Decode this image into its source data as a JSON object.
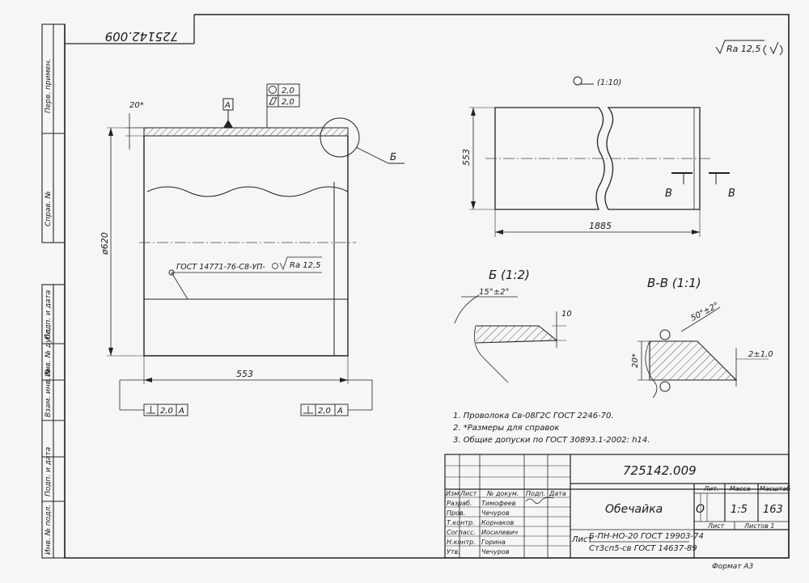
{
  "doc_number": "725142.009",
  "doc_number_mirrored": "725142.009",
  "surface_roughness": "Ra 12,5",
  "side_labels": [
    "Перв. примен.",
    "Справ. №",
    "Подп. и дата",
    "Инв. № дубл.",
    "Взам. инв. №",
    "Подп. и дата",
    "Инв. № подл."
  ],
  "front_view": {
    "dim_20": "20*",
    "datum_a": "А",
    "tol_round": "2,0",
    "tol_cyl": "2,0",
    "dia_620": "ø620",
    "weld_note": "ГОСТ 14771-76-С8-УП-",
    "weld_ra": "Ra 12,5",
    "len_553": "553",
    "callout_b": "Б",
    "perp_left": "2,0",
    "perp_left_datum": "А",
    "perp_right": "2,0",
    "perp_right_datum": "А"
  },
  "blank_view": {
    "scale_label": "(1:10)",
    "height_553": "553",
    "length_1885": "1885",
    "section_v_left": "В",
    "section_v_right": "В"
  },
  "detail_b": {
    "title": "Б (1:2)",
    "angle": "15°±2°",
    "dim_10": "10"
  },
  "detail_v": {
    "title": "В-В (1:1)",
    "angle": "50°±2°",
    "dim_20": "20*",
    "dim_gap": "2±1,0"
  },
  "notes": [
    "1. Проволока Св-08Г2С ГОСТ 2246-70.",
    "2. *Размеры для справок",
    "3. Общие допуски по ГОСТ 30893.1-2002: h14."
  ],
  "title_block": {
    "doc_number": "725142.009",
    "part_name": "Обечайка",
    "header_cols": [
      "Изм.",
      "Лист",
      "№ докум.",
      "Подп.",
      "Дата"
    ],
    "roles": [
      "Разраб.",
      "Пров.",
      "Т.контр.",
      "Согласс.",
      "Н.контр.",
      "Утв."
    ],
    "names": [
      "Тимофеев",
      "Чечуров",
      "Корнаков",
      "Иосилевич",
      "Горина",
      "Чечуров"
    ],
    "lit_label": "Лит.",
    "lit_value": "О",
    "mass_label": "Масса",
    "mass_value": "1:5",
    "scale_label": "Масштаб",
    "scale_value": "163",
    "sheet_label": "Лист",
    "sheets_label": "Листов 1",
    "material_prefix": "Лист",
    "material_line1": "Б-ПН-НО-20 ГОСТ 19903-74",
    "material_line2": "Ст3сп5-св ГОСТ 14637-89",
    "format": "Формат А3"
  }
}
